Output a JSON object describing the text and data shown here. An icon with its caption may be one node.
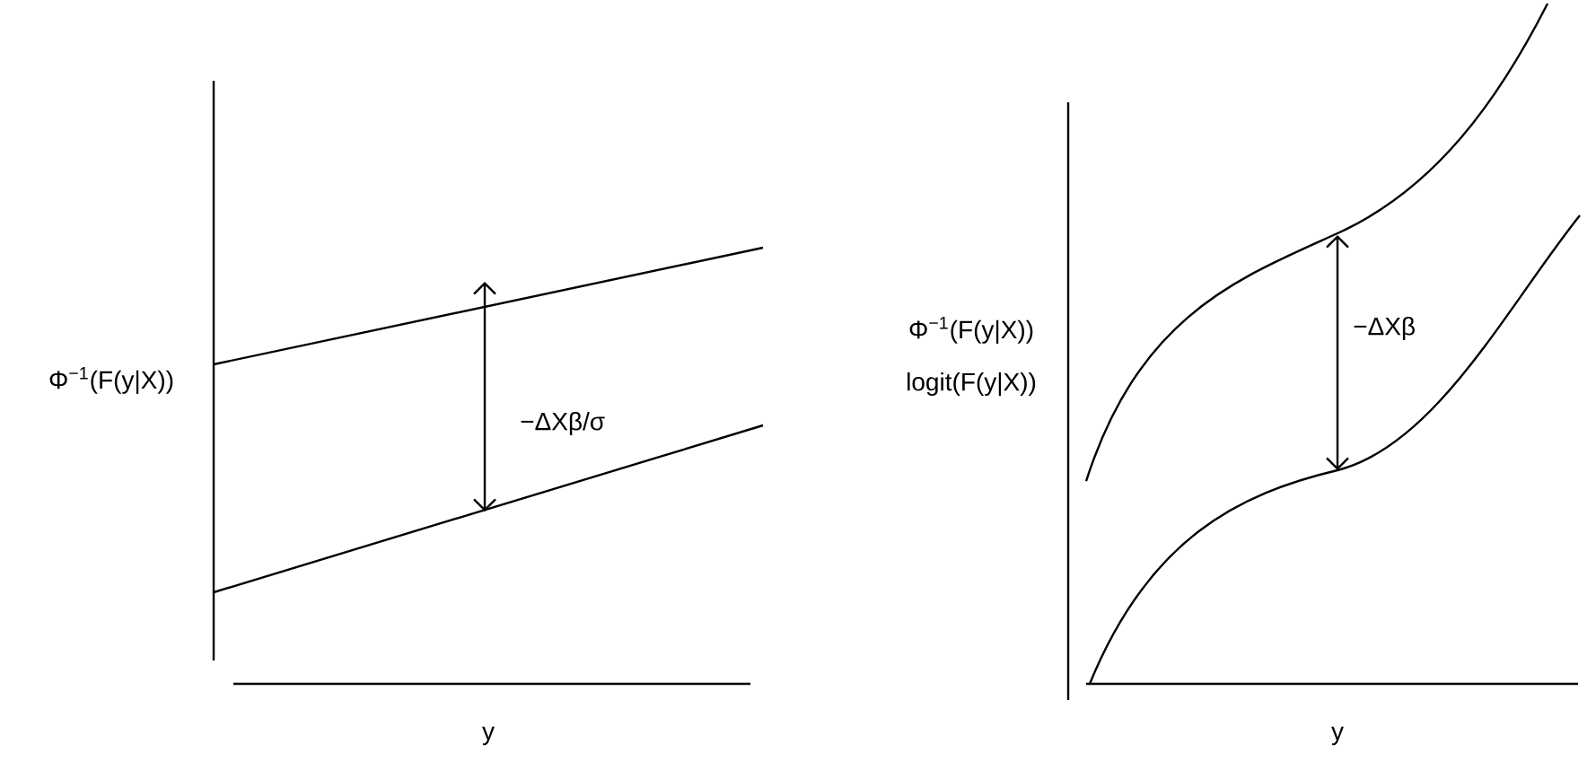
{
  "diagram": {
    "labels": [
      "Φ$^{−1}$(F(y|X))",
      "−ΔXβ/σ",
      "y",
      "Φ$^{−1}$(F(y|X))",
      "logit(F(y|X))",
      "−ΔXβ",
      "y"
    ]
  }
}
